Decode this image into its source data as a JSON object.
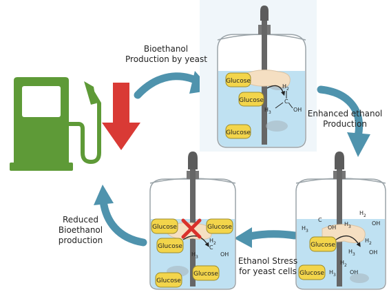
{
  "labels": {
    "bioethanol_production": [
      "Bioethanol",
      "Production by yeast"
    ],
    "enhanced_production": [
      "Enhanced ethanol",
      "Production"
    ],
    "ethanol_stress": [
      "Ethanol Stress",
      "for yeast cells"
    ],
    "reduced_production": [
      "Reduced",
      "Bioethanol",
      "production"
    ]
  },
  "tanks": {
    "top": {
      "glucose": [
        "Glucose",
        "Glucose",
        "Glucose"
      ]
    },
    "bottom_right": {
      "glucose": [
        "Glucose",
        "Glucose"
      ]
    },
    "bottom_left": {
      "glucose": [
        "Glucose",
        "Glucose",
        "Glucose",
        "Glucose",
        "Glucose"
      ]
    }
  },
  "chem": {
    "h2": "H",
    "sub2": "2",
    "h3": "H",
    "sub3": "3",
    "c": "C",
    "oh": "OH"
  },
  "colors": {
    "pump": "#5e9a37",
    "down_arrow": "#d93a35",
    "cycle_arrow": "#4f93ad",
    "liquid": "#bfe1f2",
    "glucose_fill": "#f3d54b",
    "yeast": "#f5dfc2",
    "cross": "#d9312b"
  },
  "icons": [
    "fuel-pump-icon",
    "down-arrow-icon",
    "cross-icon"
  ]
}
